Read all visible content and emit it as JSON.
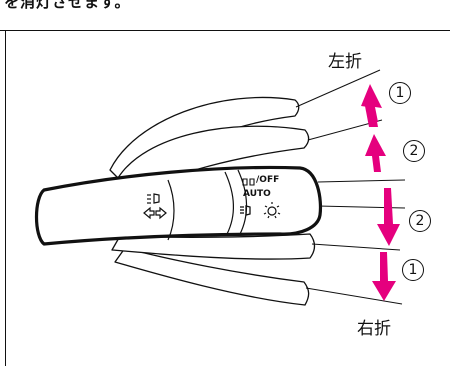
{
  "header": {
    "cut_text": "を消灯させます。"
  },
  "labels": {
    "left_turn": "左折",
    "right_turn": "右折"
  },
  "steps": {
    "top_one": "1",
    "top_two": "2",
    "bottom_two": "2",
    "bottom_one": "1"
  },
  "switch_positions": {
    "off_label": "/OFF",
    "auto_label": "AUTO"
  },
  "colors": {
    "arrow": "#e5007e",
    "outline": "#111111"
  }
}
